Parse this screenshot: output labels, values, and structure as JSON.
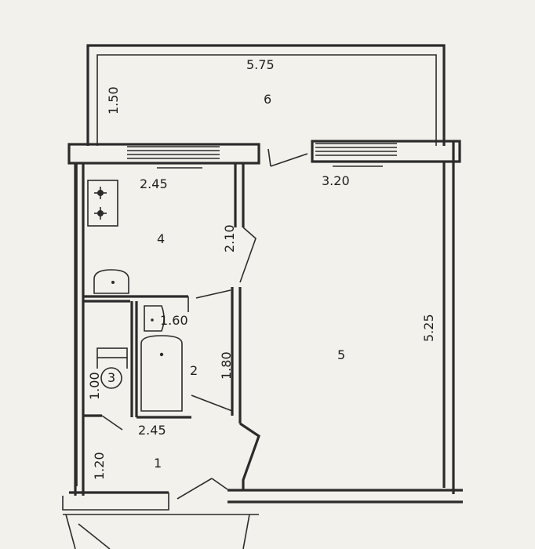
{
  "colors": {
    "background": "#f3f1ec",
    "line": "#2b2b2b"
  },
  "dimensions": {
    "balcony_width": "5.75",
    "balcony_depth": "1.50",
    "kitchen_width": "2.45",
    "kitchen_depth": "2.10",
    "room_window_span": "3.20",
    "room_depth": "5.25",
    "bath_width": "1.60",
    "bath_depth": "1.80",
    "toilet_depth": "1.00",
    "hall_width": "2.45",
    "hall_depth": "1.20"
  },
  "rooms": {
    "hall": "1",
    "bathroom": "2",
    "toilet": "3",
    "kitchen": "4",
    "living_room": "5",
    "balcony": "6"
  }
}
